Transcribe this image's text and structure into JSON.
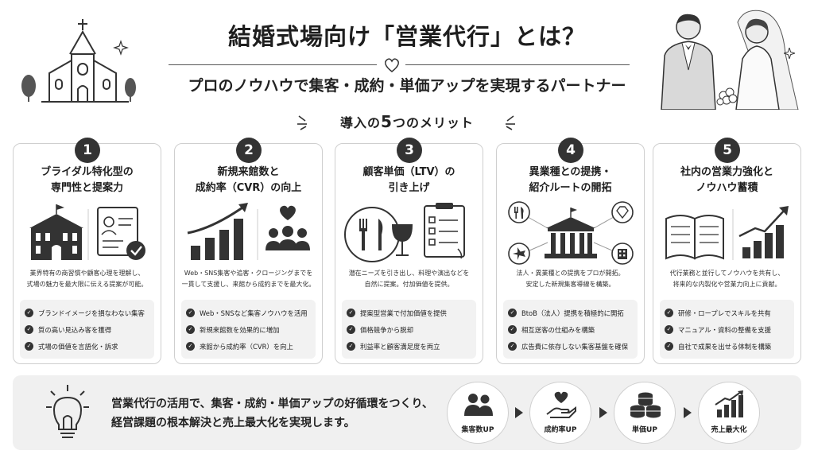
{
  "header": {
    "title": "結婚式場向け「営業代行」とは？",
    "subtitle": "プロのノウハウで集客・成約・単価アップを実現するパートナー",
    "merit_prefix": "導入の",
    "merit_number": "5",
    "merit_suffix": "つのメリット"
  },
  "cards": [
    {
      "num": "1",
      "title_l1": "ブライダル特化型の",
      "title_l2": "専門性と提案力",
      "desc_l1": "業界特有の商習慣や顧客心理を理解し、",
      "desc_l2": "式場の魅力を最大限に伝える提案が可能。",
      "points": [
        "ブランドイメージを損なわない集客",
        "質の高い見込み客を獲得",
        "式場の価値を言語化・訴求"
      ]
    },
    {
      "num": "2",
      "title_l1": "新規来館数と",
      "title_l2": "成約率（CVR）の向上",
      "desc_l1": "Web・SNS集客や追客・クロージングまでを",
      "desc_l2": "一貫して支援し、来館から成約までを最大化。",
      "points": [
        "Web・SNSなど集客ノウハウを活用",
        "新規来館数を効果的に増加",
        "来館から成約率（CVR）を向上"
      ]
    },
    {
      "num": "3",
      "title_l1": "顧客単価（LTV）の",
      "title_l2": "引き上げ",
      "desc_l1": "潜在ニーズを引き出し、料理や演出などを",
      "desc_l2": "自然に提案。付加価値を提供。",
      "points": [
        "提案型営業で付加価値を提供",
        "価格競争から脱却",
        "利益率と顧客満足度を両立"
      ]
    },
    {
      "num": "4",
      "title_l1": "異業種との提携・",
      "title_l2": "紹介ルートの開拓",
      "desc_l1": "法人・異業種との提携をプロが開拓。",
      "desc_l2": "安定した新規集客導線を構築。",
      "points": [
        "BtoB（法人）提携を積極的に開拓",
        "相互送客の仕組みを構築",
        "広告費に依存しない集客基盤を確保"
      ]
    },
    {
      "num": "5",
      "title_l1": "社内の営業力強化と",
      "title_l2": "ノウハウ蓄積",
      "desc_l1": "代行業務と並行してノウハウを共有し、",
      "desc_l2": "将来的な内製化や営業力向上に貢献。",
      "points": [
        "研修・ロープレでスキルを共有",
        "マニュアル・資料の整備を支援",
        "自社で成果を出せる体制を構築"
      ]
    }
  ],
  "bottom": {
    "text_l1": "営業代行の活用で、集客・成約・単価アップの好循環をつくり、",
    "text_l2": "経営課題の根本解決と売上最大化を実現します。",
    "steps": [
      "集客数UP",
      "成約率UP",
      "単価UP",
      "売上最大化"
    ]
  },
  "colors": {
    "dark": "#333333",
    "panel": "#f0f0f0",
    "border": "#cfcfcf"
  }
}
